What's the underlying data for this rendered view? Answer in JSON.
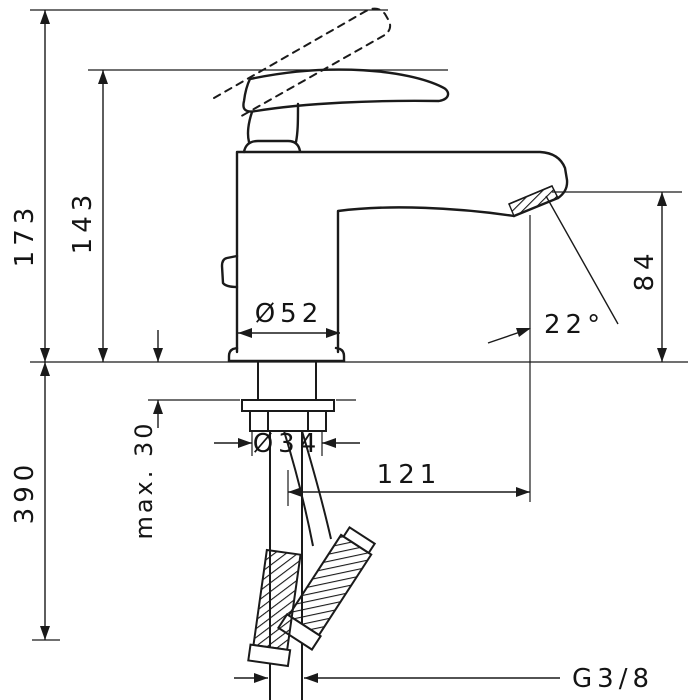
{
  "page": {
    "background": "#ffffff",
    "line_color": "#1a1a1a",
    "description": "Technical dimension drawing of a single-lever basin faucet with supply hoses"
  },
  "dimensions": {
    "height_total": "173",
    "height_handle": "143",
    "hose_length": "390",
    "mounting_depth": "max. 30",
    "base_diameter": "Ø52",
    "shank_diameter": "Ø34",
    "spout_height": "84",
    "spout_angle": "22°",
    "spout_reach": "121",
    "thread": "G3/8"
  }
}
